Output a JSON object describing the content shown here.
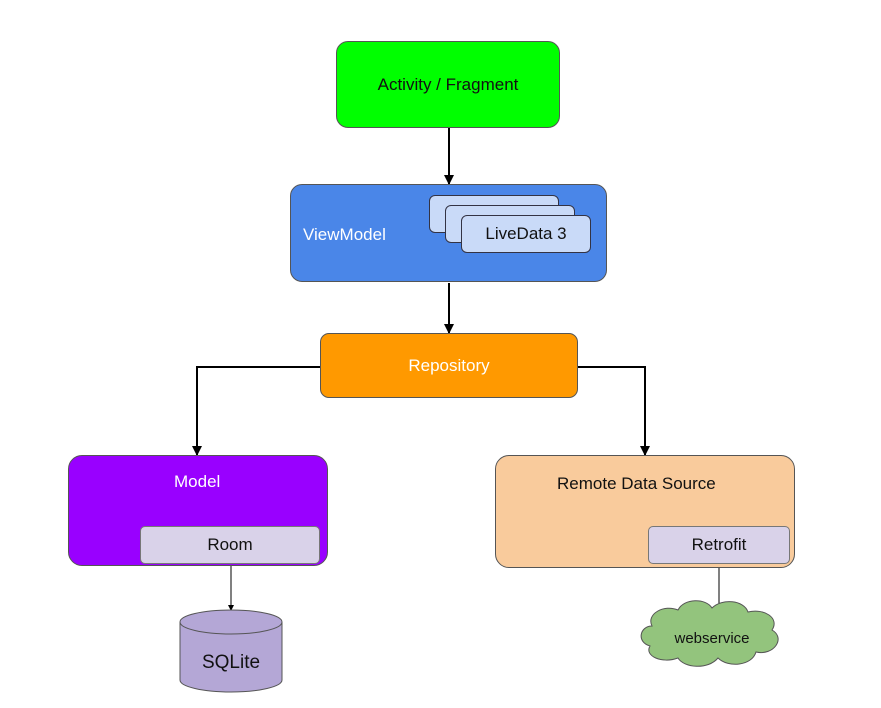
{
  "nodes": {
    "activity": "Activity / Fragment",
    "viewmodel": "ViewModel",
    "livedata": "LiveData 3",
    "repository": "Repository",
    "model": "Model",
    "room": "Room",
    "sqlite": "SQLite",
    "remote": "Remote Data Source",
    "retrofit": "Retrofit",
    "webservice": "webservice"
  },
  "colors": {
    "activity": "#00ff00",
    "viewmodel": "#4a86e8",
    "livedata": "#c9daf8",
    "repository": "#ff9900",
    "model": "#9900ff",
    "room": "#d9d2e9",
    "sqlite": "#b4a7d6",
    "remote": "#f9cb9c",
    "retrofit": "#d9d2e9",
    "webservice": "#93c47d"
  }
}
